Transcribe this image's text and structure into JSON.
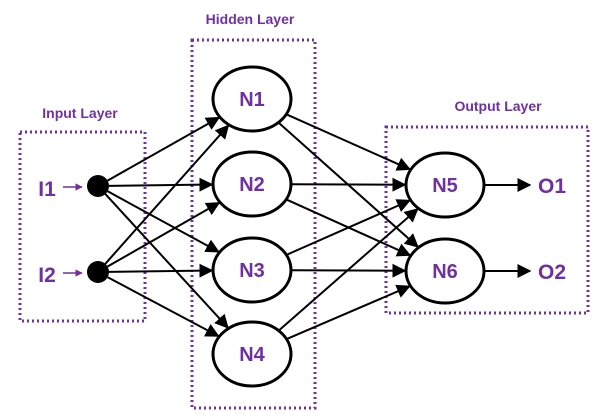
{
  "colors": {
    "accent": "#7030a0",
    "edge": "#000000",
    "node_fill": "#ffffff",
    "input_dot": "#000000"
  },
  "layers": {
    "input": {
      "label": "Input Layer"
    },
    "hidden": {
      "label": "Hidden Layer"
    },
    "output": {
      "label": "Output Layer"
    }
  },
  "inputs": [
    {
      "id": "I1",
      "label": "I1"
    },
    {
      "id": "I2",
      "label": "I2"
    }
  ],
  "hidden_nodes": [
    {
      "id": "N1",
      "label": "N1"
    },
    {
      "id": "N2",
      "label": "N2"
    },
    {
      "id": "N3",
      "label": "N3"
    },
    {
      "id": "N4",
      "label": "N4"
    }
  ],
  "output_nodes": [
    {
      "id": "N5",
      "label": "N5"
    },
    {
      "id": "N6",
      "label": "N6"
    }
  ],
  "outputs": [
    {
      "id": "O1",
      "label": "O1"
    },
    {
      "id": "O2",
      "label": "O2"
    }
  ],
  "edges": [
    [
      "I1",
      "N1"
    ],
    [
      "I1",
      "N2"
    ],
    [
      "I1",
      "N3"
    ],
    [
      "I1",
      "N4"
    ],
    [
      "I2",
      "N1"
    ],
    [
      "I2",
      "N2"
    ],
    [
      "I2",
      "N3"
    ],
    [
      "I2",
      "N4"
    ],
    [
      "N1",
      "N5"
    ],
    [
      "N1",
      "N6"
    ],
    [
      "N2",
      "N5"
    ],
    [
      "N2",
      "N6"
    ],
    [
      "N3",
      "N5"
    ],
    [
      "N3",
      "N6"
    ],
    [
      "N4",
      "N5"
    ],
    [
      "N4",
      "N6"
    ],
    [
      "N5",
      "O1"
    ],
    [
      "N6",
      "O2"
    ]
  ]
}
